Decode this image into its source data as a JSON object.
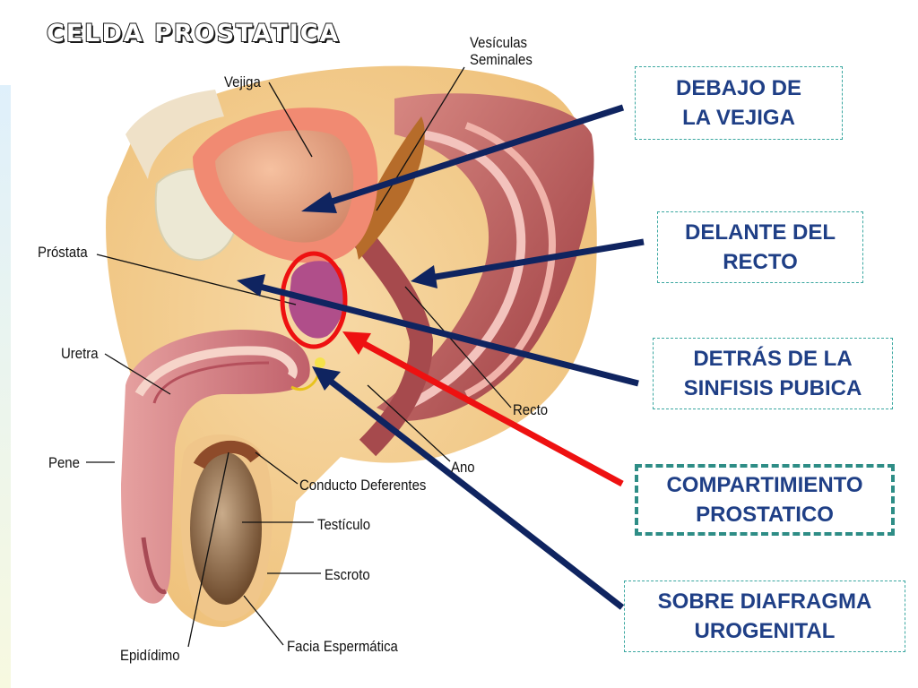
{
  "title": "CELDA PROSTATICA",
  "anatomy_labels": {
    "vesiculas": [
      "Vesículas",
      "Seminales"
    ],
    "vejiga": "Vejiga",
    "prostata": "Próstata",
    "uretra": "Uretra",
    "pene": "Pene",
    "recto": "Recto",
    "ano": "Ano",
    "conducto": "Conducto Deferentes",
    "testiculo": "Testículo",
    "escroto": "Escroto",
    "epididimo": "Epidídimo",
    "facia": "Facia Espermática"
  },
  "callouts": {
    "vejiga": [
      "DEBAJO DE",
      "LA VEJIGA"
    ],
    "recto": [
      "DELANTE DEL",
      "RECTO"
    ],
    "sinfisis": [
      "DETRÁS DE LA",
      "SINFISIS PUBICA"
    ],
    "compartimiento": [
      "COMPARTIMIENTO",
      "PROSTATICO"
    ],
    "diafragma": [
      "SOBRE  DIAFRAGMA",
      "UROGENITAL"
    ]
  },
  "colors": {
    "arrow_navy": "#0f2460",
    "arrow_red": "#ee1111",
    "callout_text": "#1f3f86",
    "highlight_ring": "#ee1111"
  }
}
